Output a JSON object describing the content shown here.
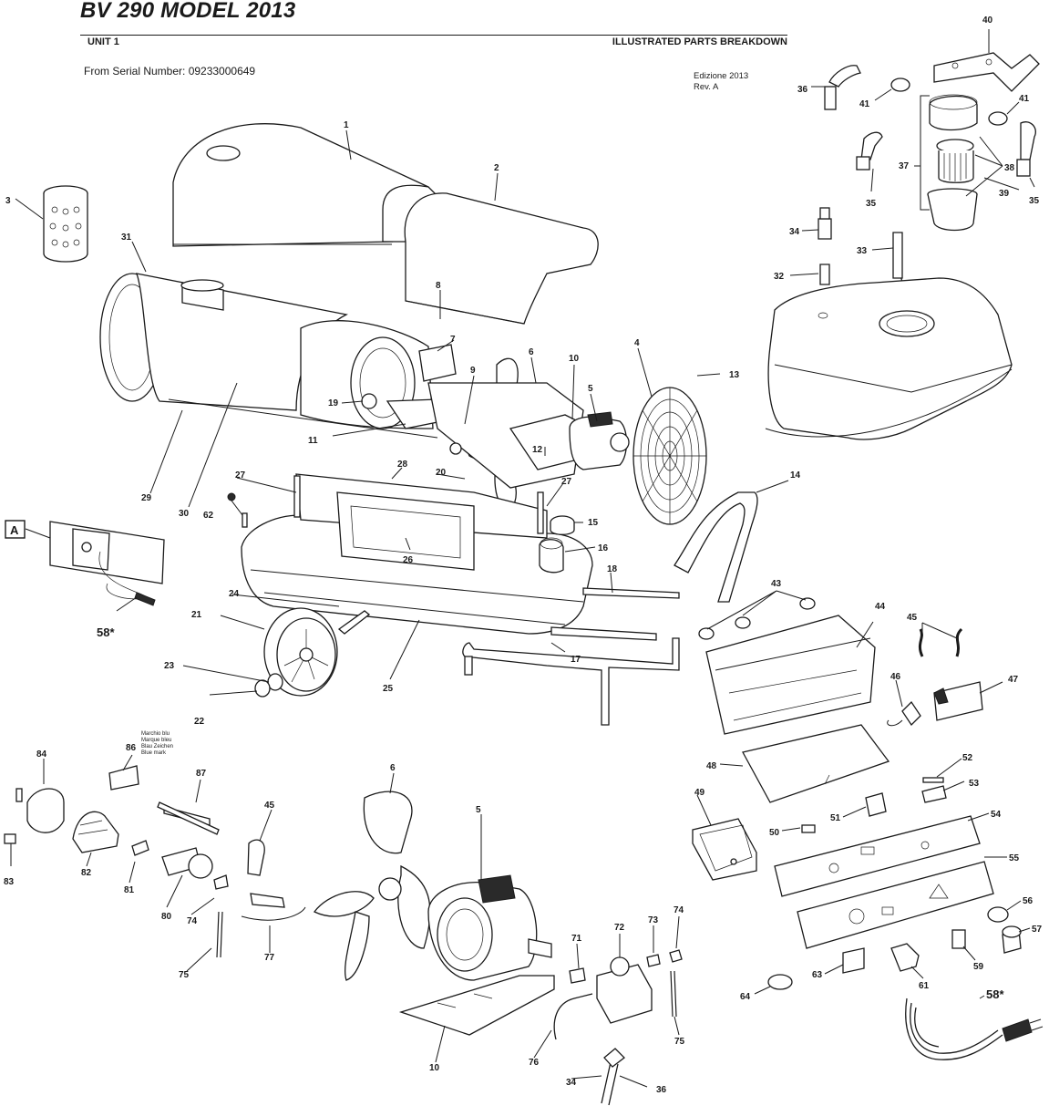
{
  "header": {
    "title": "BV 290 MODEL 2013",
    "unit": "UNIT 1",
    "section": "ILLUSTRATED PARTS BREAKDOWN",
    "serial": "From Serial Number: 09233000649",
    "edition_line1": "Edizione 2013",
    "edition_line2": "Rev. A"
  },
  "callout_box": "A",
  "blue_mark_note": [
    "Marchio blu",
    "Marque bleu",
    "Blau Zeichen",
    "Blue mark"
  ],
  "part_labels": {
    "p1": "1",
    "p2": "2",
    "p3": "3",
    "p4": "4",
    "p5": "5",
    "p5b": "5",
    "p6": "6",
    "p6b": "6",
    "p7": "7",
    "p8": "8",
    "p9": "9",
    "p10": "10",
    "p10b": "10",
    "p11": "11",
    "p12": "12",
    "p13": "13",
    "p14": "14",
    "p15": "15",
    "p16": "16",
    "p17": "17",
    "p18": "18",
    "p19": "19",
    "p20": "20",
    "p21": "21",
    "p22": "22",
    "p23": "23",
    "p24": "24",
    "p25": "25",
    "p26": "26",
    "p27a": "27",
    "p27b": "27",
    "p28": "28",
    "p29": "29",
    "p30": "30",
    "p31": "31",
    "p32": "32",
    "p33": "33",
    "p34": "34",
    "p34b": "34",
    "p35a": "35",
    "p35b": "35",
    "p36": "36",
    "p36b": "36",
    "p37": "37",
    "p38": "38",
    "p39": "39",
    "p40": "40",
    "p41a": "41",
    "p41b": "41",
    "p43": "43",
    "p44": "44",
    "p45": "45",
    "p45b": "45",
    "p46": "46",
    "p47": "47",
    "p48": "48",
    "p49": "49",
    "p50": "50",
    "p51": "51",
    "p52": "52",
    "p53": "53",
    "p54": "54",
    "p55": "55",
    "p56": "56",
    "p57": "57",
    "p58a": "58*",
    "p58b": "58*",
    "p59": "59",
    "p61": "61",
    "p62": "62",
    "p63": "63",
    "p64": "64",
    "p71": "71",
    "p72": "72",
    "p73": "73",
    "p74a": "74",
    "p74b": "74",
    "p75a": "75",
    "p75b": "75",
    "p76": "76",
    "p77": "77",
    "p80": "80",
    "p81": "81",
    "p82": "82",
    "p83": "83",
    "p84": "84",
    "p86": "86",
    "p87": "87"
  }
}
